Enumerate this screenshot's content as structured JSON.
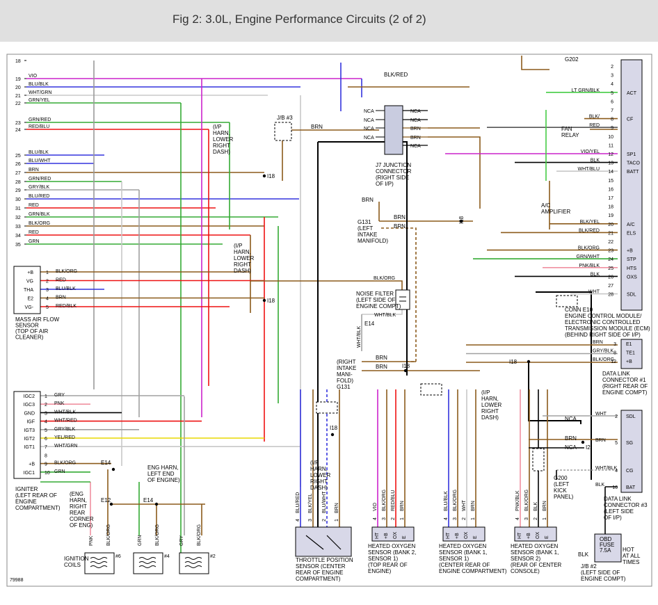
{
  "title": "Fig 2: 3.0L, Engine Performance Circuits (2 of 2)",
  "figure_number": "79988",
  "left_pins": [
    {
      "n": "18",
      "label": ""
    },
    {
      "n": "19",
      "label": "VIO"
    },
    {
      "n": "20",
      "label": "BLU/BLK"
    },
    {
      "n": "21",
      "label": "WHT/GRN"
    },
    {
      "n": "22",
      "label": "GRN/YEL"
    },
    {
      "n": "23",
      "label": "GRN/RED"
    },
    {
      "n": "24",
      "label": "RED/BLU"
    },
    {
      "n": "25",
      "label": "BLU/BLK"
    },
    {
      "n": "26",
      "label": "BLU/WHT"
    },
    {
      "n": "27",
      "label": "BRN"
    },
    {
      "n": "28",
      "label": "GRN/RED"
    },
    {
      "n": "29",
      "label": "GRY/BLK"
    },
    {
      "n": "30",
      "label": "BLU/RED"
    },
    {
      "n": "31",
      "label": "RED"
    },
    {
      "n": "32",
      "label": "GRN/BLK"
    },
    {
      "n": "33",
      "label": "BLK/ORG"
    },
    {
      "n": "34",
      "label": "RED"
    },
    {
      "n": "35",
      "label": "GRN"
    }
  ],
  "maf": {
    "pins": [
      {
        "term": "+B",
        "n": "1",
        "wire": "BLK/ORG"
      },
      {
        "term": "VG",
        "n": "2",
        "wire": "RED"
      },
      {
        "term": "THA",
        "n": "3",
        "wire": "BLU/BLK"
      },
      {
        "term": "E2",
        "n": "4",
        "wire": "BRN"
      },
      {
        "term": "VG-",
        "n": "5",
        "wire": "RED/BLK"
      }
    ],
    "caption": [
      "MASS AIR FLOW",
      "SENSOR",
      "(TOP OF AIR",
      "CLEANER)"
    ]
  },
  "igniter": {
    "pins": [
      {
        "term": "IGC2",
        "n": "1",
        "wire": "GRY"
      },
      {
        "term": "IGC3",
        "n": "2",
        "wire": "PNK"
      },
      {
        "term": "GND",
        "n": "3",
        "wire": "WHT/BLK"
      },
      {
        "term": "IGF",
        "n": "4",
        "wire": "WHT/RED"
      },
      {
        "term": "IGT3",
        "n": "5",
        "wire": "GRY/BLK"
      },
      {
        "term": "IGT2",
        "n": "6",
        "wire": "YEL/RED"
      },
      {
        "term": "IGT1",
        "n": "7",
        "wire": "WHT/GRN"
      },
      {
        "term": "",
        "n": "8",
        "wire": ""
      },
      {
        "term": "+B",
        "n": "9",
        "wire": "BLK/ORG"
      },
      {
        "term": "IGC1",
        "n": "10",
        "wire": "GRN"
      }
    ],
    "caption": [
      "IGNITER",
      "(LEFT REAR OF",
      "ENGINE",
      "COMPARTMENT)"
    ]
  },
  "right_pins": [
    {
      "n": "2",
      "label": "",
      "term": ""
    },
    {
      "n": "3",
      "label": "",
      "term": ""
    },
    {
      "n": "4",
      "label": "",
      "term": ""
    },
    {
      "n": "5",
      "label": "LT GRN/BLK",
      "term": "ACT"
    },
    {
      "n": "6",
      "label": "",
      "term": ""
    },
    {
      "n": "7",
      "label": "",
      "term": ""
    },
    {
      "n": "8",
      "label": "BLK/",
      "term": "CF"
    },
    {
      "n": "9",
      "label": "RED",
      "term": ""
    },
    {
      "n": "10",
      "label": "",
      "term": ""
    },
    {
      "n": "11",
      "label": "",
      "term": ""
    },
    {
      "n": "12",
      "label": "VIO/YEL",
      "term": "SP1"
    },
    {
      "n": "13",
      "label": "BLK",
      "term": "TACO"
    },
    {
      "n": "14",
      "label": "WHT/BLU",
      "term": "BATT"
    },
    {
      "n": "15",
      "label": "",
      "term": ""
    },
    {
      "n": "16",
      "label": "",
      "term": ""
    },
    {
      "n": "17",
      "label": "",
      "term": ""
    },
    {
      "n": "18",
      "label": "",
      "term": ""
    },
    {
      "n": "19",
      "label": "",
      "term": ""
    },
    {
      "n": "20",
      "label": "BLK/YEL",
      "term": "A/C"
    },
    {
      "n": "21",
      "label": "BLK/RED",
      "term": "ELS"
    },
    {
      "n": "22",
      "label": "",
      "term": ""
    },
    {
      "n": "23",
      "label": "BLK/ORG",
      "term": "+B"
    },
    {
      "n": "24",
      "label": "GRN/WHT",
      "term": "STP"
    },
    {
      "n": "25",
      "label": "PNK/BLK",
      "term": "HTS"
    },
    {
      "n": "26",
      "label": "BLK",
      "term": "OXS"
    },
    {
      "n": "27",
      "label": "",
      "term": ""
    },
    {
      "n": "28",
      "label": "WHT",
      "term": "SDL"
    }
  ],
  "ecm_caption": [
    "CONN E10",
    "ENGINE CONTROL MODULE/",
    "ELECTRONIC CONTROLLED",
    "TRANSMISSION MODULE (ECM)",
    "(BEHIND RIGHT SIDE OF I/P)"
  ],
  "dlc1": {
    "pins": [
      {
        "wire": "BRN",
        "n": "3",
        "term": "E1"
      },
      {
        "wire": "GRY/BLK",
        "n": "8",
        "term": "TE1"
      },
      {
        "wire": "BLK/ORG",
        "n": "12",
        "term": "+B"
      }
    ],
    "caption": [
      "DATA LINK",
      "CONNECTOR #1",
      "(RIGHT REAR OF",
      "ENGINE COMPT)"
    ]
  },
  "dlc3": {
    "pins": [
      {
        "wire": "WHT",
        "n": "2",
        "term": "SDL"
      },
      {
        "wire": "BRN",
        "n": "5",
        "term": "SG"
      },
      {
        "wire": "WHT/BLK",
        "n": "4",
        "term": "CG"
      },
      {
        "wire": "BLK",
        "n": "16",
        "term": "BAT"
      }
    ],
    "caption": [
      "DATA LINK",
      "CONNECTOR #3",
      "(LEFT SIDE",
      "OF I/P)"
    ]
  },
  "j7": {
    "left": [
      "NCA",
      "NCA",
      "NCA",
      "NCA"
    ],
    "right": [
      "NCA",
      "NCA",
      "BRN",
      "BRN",
      "NCA"
    ],
    "caption": [
      "J7 JUNCTION",
      "CONNECTOR",
      "(RIGHT SIDE",
      "OF I/P)"
    ]
  },
  "labels": {
    "jb3": "J/B #3",
    "brn": "BRN",
    "blk_red": "BLK/RED",
    "g202": "G202",
    "ip_harn1": [
      "(I/P",
      "HARN,",
      "LOWER",
      "RIGHT",
      "DASH)"
    ],
    "i18": "I18",
    "i2": "I2",
    "e14": "E14",
    "e12": "E12",
    "g131_top": [
      "G131",
      "(LEFT",
      "INTAKE",
      "MANIFOLD)"
    ],
    "g131_bottom": [
      "(RIGHT",
      "INTAKE",
      "MANI-",
      "FOLD)",
      "G131"
    ],
    "noise_filter": [
      "NOISE FILTER",
      "(LEFT SIDE OF",
      "ENGINE COMPT)"
    ],
    "fan_relay": [
      "FAN",
      "RELAY"
    ],
    "ac_amp": [
      "A/C",
      "AMPLIFIER"
    ],
    "eng_harn_left": [
      "ENG HARN,",
      "LEFT END",
      "OF ENGINE)"
    ],
    "eng_harn_right": [
      "(ENG",
      "HARN,",
      "RIGHT",
      "REAR",
      "CORNER",
      "OF ENG)"
    ],
    "g200": [
      "G200",
      "(LEFT",
      "KICK",
      "PANEL)"
    ],
    "nca": "NCA",
    "wht": "WHT",
    "blk": "BLK",
    "hot": [
      "HOT",
      "AT ALL",
      "TIMES"
    ],
    "jb2": [
      "J/B #2",
      "(LEFT SIDE OF",
      "ENGINE COMPT)"
    ],
    "fuse": [
      "OBD",
      "FUSE",
      "7.5A"
    ]
  },
  "coils": {
    "caption": [
      "IGNITION",
      "COILS"
    ],
    "wires": [
      "PNK",
      "BLK/ORG",
      "GRN",
      "BLK/ORG",
      "GRY",
      "BLK/ORG"
    ],
    "ids": [
      "#6",
      "#4",
      "#2"
    ]
  },
  "tps": {
    "wires": [
      "BLU/RED",
      "BLK/YEL",
      "BLU/WHT",
      "BRN"
    ],
    "pins": [
      "4",
      "3",
      "2",
      "1"
    ],
    "caption": [
      "THROTTLE POSITION",
      "SENSOR  (CENTER",
      "REAR OF ENGINE",
      "COMPARTMENT)"
    ]
  },
  "o2_sensors": [
    {
      "wires": [
        "VIO",
        "BLK/ORG",
        "RED/BLU",
        "BRN"
      ],
      "terms": [
        "HT",
        "+B",
        "OX",
        "E"
      ],
      "caption": [
        "HEATED OXYGEN",
        "SENSOR (BANK 2,",
        "SENSOR 1)",
        "(TOP REAR OF",
        "ENGINE)"
      ]
    },
    {
      "wires": [
        "BLU/BLK",
        "BLK/ORG",
        "WHT",
        "BRN"
      ],
      "terms": [
        "HT",
        "+B",
        "OX",
        "E"
      ],
      "caption": [
        "HEATED OXYGEN",
        "SENSOR (BANK 1,",
        "SENSOR 1)",
        "(CENTER REAR OF",
        "ENGINE COMPARTMENT)"
      ]
    },
    {
      "wires": [
        "PNK/BLK",
        "BLK/ORG",
        "BLK",
        "BRN"
      ],
      "terms": [
        "HT",
        "+B",
        "OX",
        "E"
      ],
      "caption": [
        "HEATED OXYGEN",
        "SENSOR (BANK 1,",
        "SENSOR 2)",
        "(REAR OF CENTER",
        "CONSOLE)"
      ]
    }
  ],
  "colors": {
    "VIO": "#cc22cc",
    "BLU": "#3333dd",
    "GRN": "#33aa33",
    "RED": "#ee1111",
    "BRN": "#8b5a1a",
    "GRY": "#a0a0a0",
    "PNK": "#f090a0",
    "YEL": "#e8d800",
    "BLK": "#000000",
    "WHT": "#c8c8c8",
    "ORG": "#e08a1a",
    "LTGRN": "#44cc44"
  }
}
